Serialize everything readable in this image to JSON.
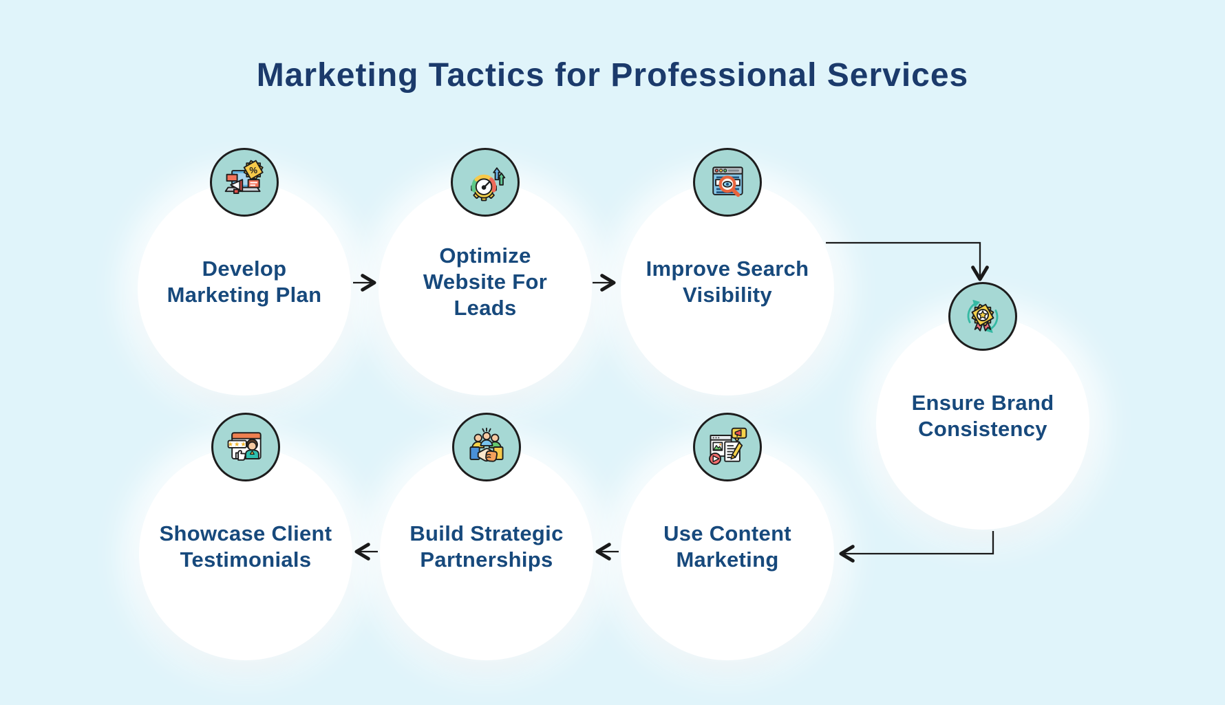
{
  "title": "Marketing Tactics for Professional Services",
  "theme": {
    "background": "#e0f4fa",
    "title_color": "#1b3a6b",
    "label_color": "#17497c",
    "node_fill": "#ffffff",
    "icon_badge_fill": "#a6d8d4",
    "outline_color": "#1d1d1d",
    "arrow_color": "#1a1a1a"
  },
  "nodes": [
    {
      "id": "develop-marketing-plan",
      "label": "Develop\nMarketing Plan",
      "icon": "laptop-megaphone-percent-icon"
    },
    {
      "id": "optimize-website-for-leads",
      "label": "Optimize\nWebsite For\nLeads",
      "icon": "speedometer-gear-growth-icon"
    },
    {
      "id": "improve-search-visibility",
      "label": "Improve Search\nVisibility",
      "icon": "browser-magnifier-eye-icon"
    },
    {
      "id": "ensure-brand-consistency",
      "label": "Ensure Brand\nConsistency",
      "icon": "award-badge-cycle-icon"
    },
    {
      "id": "use-content-marketing",
      "label": "Use Content\nMarketing",
      "icon": "content-document-media-icon"
    },
    {
      "id": "build-strategic-partnerships",
      "label": "Build Strategic\nPartnerships",
      "icon": "handshake-team-icon"
    },
    {
      "id": "showcase-client-testimonials",
      "label": "Showcase Client\nTestimonials",
      "icon": "testimonial-review-icon"
    }
  ],
  "connections": [
    {
      "from": "develop-marketing-plan",
      "to": "optimize-website-for-leads"
    },
    {
      "from": "optimize-website-for-leads",
      "to": "improve-search-visibility"
    },
    {
      "from": "improve-search-visibility",
      "to": "ensure-brand-consistency"
    },
    {
      "from": "ensure-brand-consistency",
      "to": "use-content-marketing"
    },
    {
      "from": "use-content-marketing",
      "to": "build-strategic-partnerships"
    },
    {
      "from": "build-strategic-partnerships",
      "to": "showcase-client-testimonials"
    }
  ]
}
